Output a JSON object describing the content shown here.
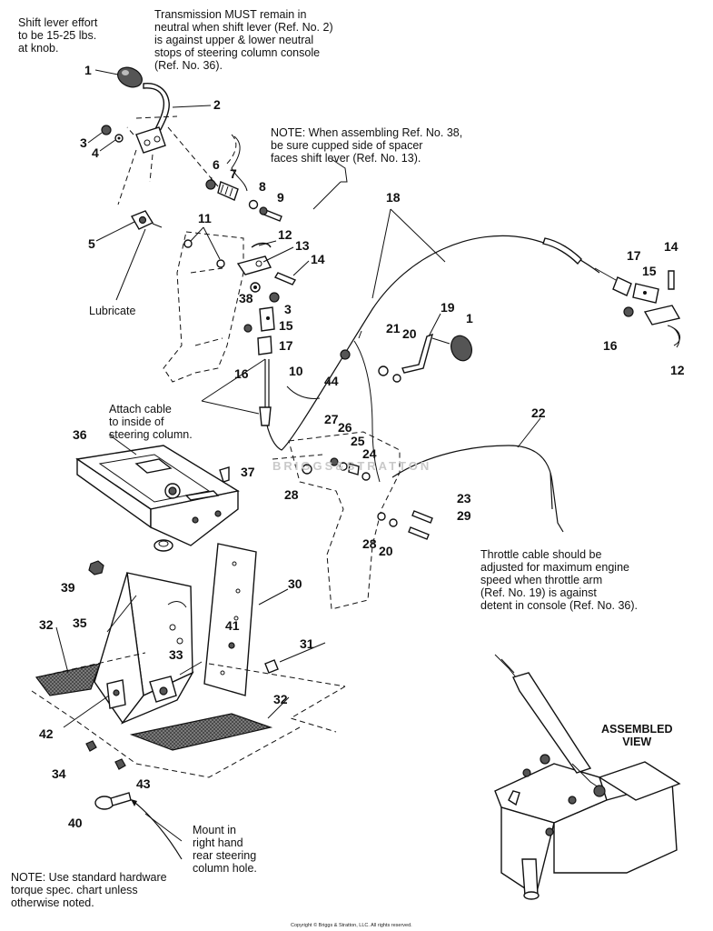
{
  "notes": {
    "shift_effort": "Shift lever effort\nto be 15-25 lbs.\nat knob.",
    "neutral": "Transmission MUST remain in\nneutral when shift lever (Ref. No. 2)\nis against upper & lower neutral\nstops of steering column console\n(Ref. No. 36).",
    "spacer": "NOTE: When assembling Ref. No. 38,\nbe sure cupped side of spacer\nfaces shift lever (Ref. No. 13).",
    "lubricate": "Lubricate",
    "attach_cable": "Attach cable\nto inside of\nsteering column.",
    "throttle_cable": "Throttle cable should be\nadjusted for maximum engine\nspeed when throttle arm\n(Ref. No. 19) is against\ndetent in console (Ref. No. 36).",
    "mount": "Mount in\nright hand\nrear steering\ncolumn hole.",
    "torque": "NOTE: Use standard hardware\ntorque spec. chart unless\notherwise noted."
  },
  "assembled_view": "ASSEMBLED\nVIEW",
  "watermark": "BRIGGS&STRATTON",
  "copyright": "Copyright © Briggs & Stratton, LLC. All rights reserved.",
  "part_numbers": {
    "p1a": "1",
    "p1b": "1",
    "p2": "2",
    "p3a": "3",
    "p3b": "3",
    "p4": "4",
    "p5": "5",
    "p6": "6",
    "p7": "7",
    "p8": "8",
    "p9": "9",
    "p10": "10",
    "p11": "11",
    "p12a": "12",
    "p12b": "12",
    "p13": "13",
    "p14a": "14",
    "p14b": "14",
    "p15a": "15",
    "p15b": "15",
    "p16a": "16",
    "p16b": "16",
    "p17a": "17",
    "p17b": "17",
    "p18": "18",
    "p19": "19",
    "p20a": "20",
    "p20b": "20",
    "p21": "21",
    "p22": "22",
    "p23": "23",
    "p24": "24",
    "p25": "25",
    "p26": "26",
    "p27": "27",
    "p28a": "28",
    "p28b": "28",
    "p29": "29",
    "p30": "30",
    "p31": "31",
    "p32a": "32",
    "p32b": "32",
    "p33": "33",
    "p34": "34",
    "p35": "35",
    "p36": "36",
    "p37": "37",
    "p38": "38",
    "p39": "39",
    "p40": "40",
    "p41": "41",
    "p42": "42",
    "p43": "43",
    "p44": "44"
  }
}
